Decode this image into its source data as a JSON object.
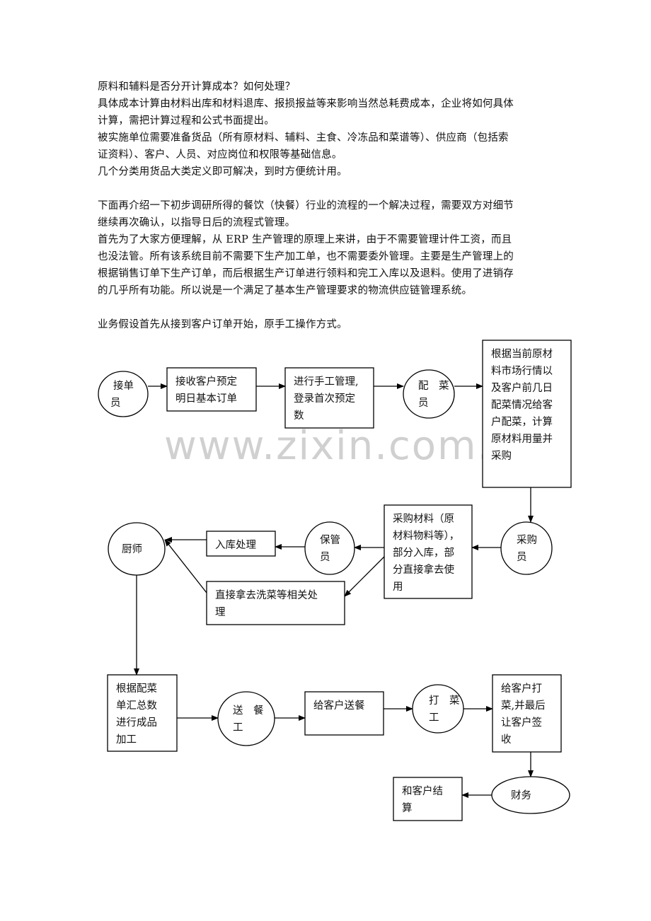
{
  "document": {
    "paragraphs": [
      {
        "id": "p1",
        "lines": [
          "原料和辅料是否分开计算成本？如何处理？",
          "具体成本计算由材料出库和材料退库、报损报益等来影响当然总耗费成本，企业将如何具体",
          "计算，需把计算过程和公式书面提出。",
          "被实施单位需要准备货品（所有原材料、辅料、主食、冷冻品和菜谱等）、供应商（包括索",
          "证资料）、客户、人员、对应岗位和权限等基础信息。",
          "几个分类用货品大类定义即可解决，到时方便统计用。"
        ]
      },
      {
        "id": "p2",
        "lines": [
          "下面再介绍一下初步调研所得的餐饮（快餐）行业的流程的一个解决过程，需要双方对细节",
          "继续再次确认，以指导日后的流程式管理。",
          "首先为了大家方便理解，从 ERP 生产管理的原理上来讲，由于不需要管理计件工资，而且",
          "也没法管。所有该系统目前不需要下生产加工单，也不需要委外管理。主要是生产管理上的",
          "根据销售订单下生产订单，而后根据生产订单进行领料和完工入库以及退料。使用了进销存",
          "的几乎所有功能。所以说是一个满足了基本生产管理要求的物流供应链管理系统。"
        ]
      },
      {
        "id": "p3",
        "lines": [
          "业务假设首先从接到客户订单开始，原手工操作方式。"
        ]
      }
    ],
    "watermark": "www.zixin.com.cn"
  },
  "flowchart": {
    "nodes": [
      {
        "id": "n-jiedanyuan",
        "shape": "ellipse",
        "lines": [
          "接单",
          "员"
        ]
      },
      {
        "id": "n-jieshou",
        "shape": "box",
        "lines": [
          "接收客户预定",
          "明日基本订单"
        ]
      },
      {
        "id": "n-shougong",
        "shape": "box",
        "lines": [
          "进行手工管理,",
          "登录首次预定",
          "数"
        ]
      },
      {
        "id": "n-peicaiyuan",
        "shape": "ellipse",
        "lines": [
          "配　菜",
          "员"
        ]
      },
      {
        "id": "n-genju",
        "shape": "box",
        "lines": [
          "根据当前原材",
          "料市场行情以",
          "及客户前几日",
          "配菜情况给客",
          "户配菜，计算",
          "原材料用量并",
          "采购"
        ]
      },
      {
        "id": "n-caigouyuan",
        "shape": "ellipse",
        "lines": [
          "采购",
          "员"
        ]
      },
      {
        "id": "n-caigoucailiao",
        "shape": "box",
        "lines": [
          "采购材料（原",
          "材料物料等），",
          "部分入库，部",
          "分直接拿去使",
          "用"
        ]
      },
      {
        "id": "n-baoguanyuan",
        "shape": "ellipse",
        "lines": [
          "保管",
          "员"
        ]
      },
      {
        "id": "n-ruku",
        "shape": "box",
        "lines": [
          "入库处理"
        ]
      },
      {
        "id": "n-zhijie",
        "shape": "box",
        "lines": [
          "直接拿去洗菜等相关处",
          "理"
        ]
      },
      {
        "id": "n-chushi",
        "shape": "ellipse",
        "lines": [
          "厨师"
        ]
      },
      {
        "id": "n-jiagong",
        "shape": "box",
        "lines": [
          "根据配菜",
          "单汇总数",
          "进行成品",
          "加工"
        ]
      },
      {
        "id": "n-songcangong",
        "shape": "ellipse",
        "lines": [
          "送　餐",
          "工"
        ]
      },
      {
        "id": "n-songcan",
        "shape": "box",
        "lines": [
          "给客户送餐"
        ]
      },
      {
        "id": "n-dacaigong",
        "shape": "ellipse",
        "lines": [
          "打　菜",
          "工"
        ]
      },
      {
        "id": "n-dacai",
        "shape": "box",
        "lines": [
          "给客户打",
          "菜,并最后",
          "让客户签",
          "收"
        ]
      },
      {
        "id": "n-caiwu",
        "shape": "ellipse",
        "lines": [
          "财务"
        ]
      },
      {
        "id": "n-jiesuan",
        "shape": "box",
        "lines": [
          "和客户结",
          "算"
        ]
      }
    ]
  }
}
